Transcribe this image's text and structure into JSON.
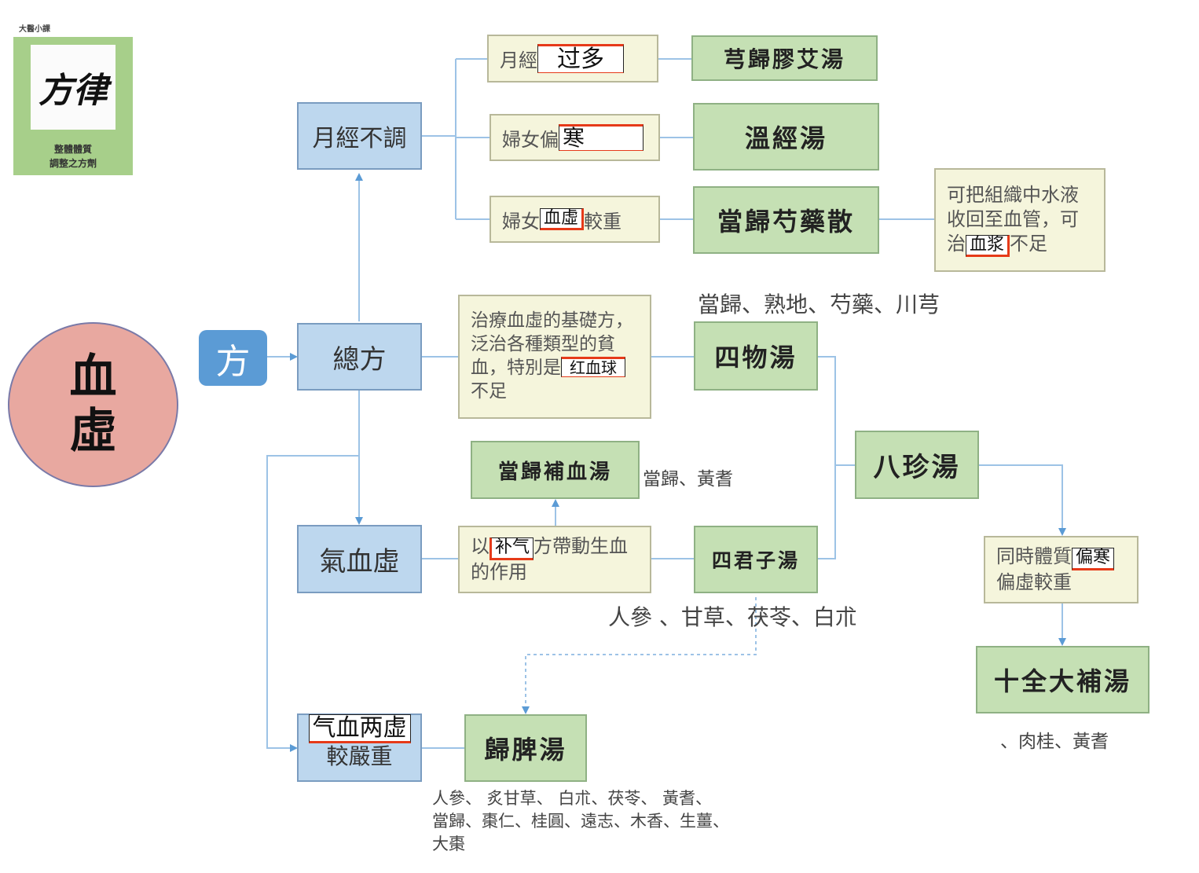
{
  "logo": {
    "top_text": "大醫小課",
    "calligraphy": "方律",
    "subtitle_line1": "整體體質",
    "subtitle_line2": "調整之方劑"
  },
  "root": {
    "line1": "血",
    "line2": "虛"
  },
  "fang_badge": "方",
  "nodes": {
    "yuejing_butiao": "月經不調",
    "zongfang": "總方",
    "qixuexu": "氣血虛",
    "liangxu_line2": "較嚴重"
  },
  "highlights": {
    "guoduo": "过多",
    "han": "寒",
    "xuexu": "血虛",
    "xuejiang": "血浆",
    "hongxueqiu": "红血球",
    "buqi": "补气",
    "pianhan": "偏寒",
    "qixue_liangxu": "气血两虚"
  },
  "cream": {
    "yuejing_prefix": "月經",
    "funv_pian": "婦女偏",
    "funv_prefix": "婦女",
    "funv_suffix": "較重",
    "shuiye_l1": "可把組織中水液",
    "shuiye_l2": "收回至血管，可",
    "shuiye_l3_prefix": "治",
    "shuiye_l3_suffix": "不足",
    "zhiliao_l1": "治療血虛的基礎方，",
    "zhiliao_l2": "泛治各種類型的貧",
    "zhiliao_l3": "血，特別是",
    "zhiliao_l4": "不足",
    "yi": "以",
    "daidong_l1": "方帶動生血",
    "daidong_l2": "的作用",
    "tongshi_l1": "同時體質",
    "tongshi_l2": "偏虛較重"
  },
  "formulas": {
    "xionggui": "芎歸膠艾湯",
    "wenjing": "溫經湯",
    "danggui_shaoyao": "當歸芍藥散",
    "siwu": "四物湯",
    "danggui_buxue": "當歸補血湯",
    "bazhen": "八珍湯",
    "sijunzi": "四君子湯",
    "shiquan": "十全大補湯",
    "guipi": "歸脾湯"
  },
  "ingredients": {
    "siwu": "當歸、熟地、芍藥、川芎",
    "danggui_buxue": "當歸、黃耆",
    "sijunzi": "人參 、甘草、茯苓、白朮",
    "shiquan": "、肉桂、黃耆",
    "guipi_l1": "人參、 炙甘草、 白朮、茯苓、 黃耆、",
    "guipi_l2": "當歸、棗仁、桂圓、遠志、木香、生薑、",
    "guipi_l3": "大棗"
  },
  "colors": {
    "blue_box": "#bdd7ee",
    "cream_box": "#f5f5dc",
    "green_box": "#c5e0b4",
    "root_circle": "#e8a8a0",
    "badge": "#5b9bd5",
    "connector": "#9dc3e6",
    "arrow": "#5b9bd5",
    "highlight_underline": "#e63a19"
  }
}
